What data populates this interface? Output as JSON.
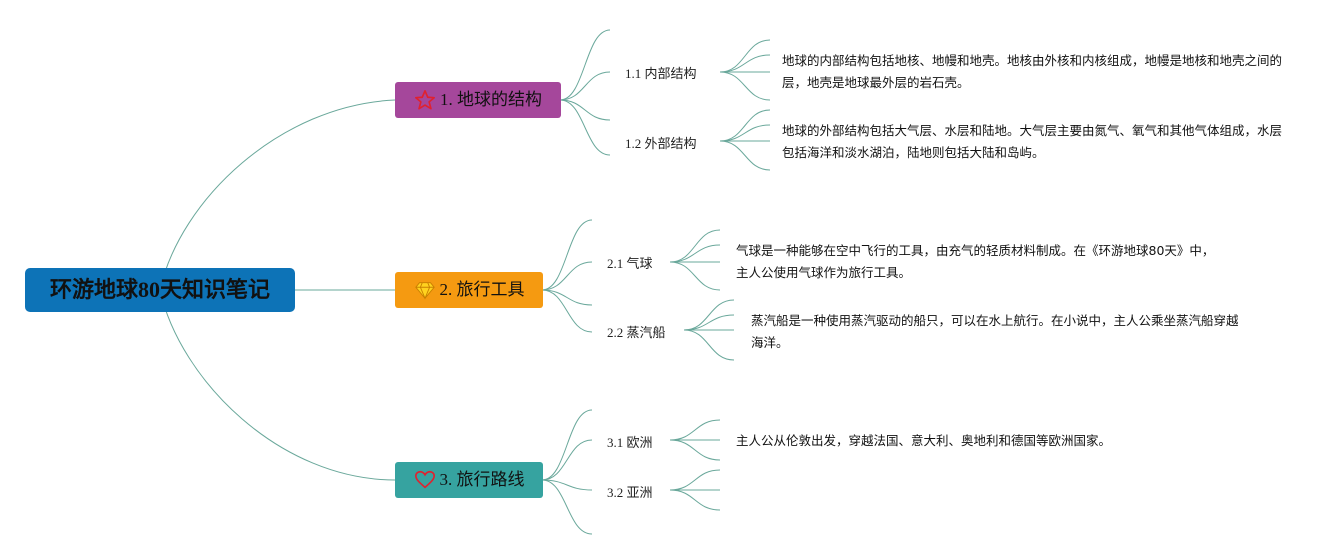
{
  "root": {
    "title": "环游地球80天知识笔记",
    "color": "#0d73b7"
  },
  "link_color": "#6aa89b",
  "topics": [
    {
      "label": "1. 地球的结构",
      "color": "#a5479b",
      "icon": "star-icon",
      "children": [
        {
          "label": "1.1 内部结构",
          "note": "地球的内部结构包括地核、地幔和地壳。地核由外核和内核组成，地幔是地核和地壳之间的层，地壳是地球最外层的岩石壳。"
        },
        {
          "label": "1.2 外部结构",
          "note": "地球的外部结构包括大气层、水层和陆地。大气层主要由氮气、氧气和其他气体组成，水层包括海洋和淡水湖泊，陆地则包括大陆和岛屿。"
        }
      ]
    },
    {
      "label": "2. 旅行工具",
      "color": "#f59a11",
      "icon": "diamond-icon",
      "children": [
        {
          "label": "2.1 气球",
          "note": "气球是一种能够在空中飞行的工具，由充气的轻质材料制成。在《环游地球80天》中，主人公使用气球作为旅行工具。"
        },
        {
          "label": "2.2 蒸汽船",
          "note": "蒸汽船是一种使用蒸汽驱动的船只，可以在水上航行。在小说中，主人公乘坐蒸汽船穿越海洋。"
        }
      ]
    },
    {
      "label": "3. 旅行路线",
      "color": "#36a3a0",
      "icon": "heart-icon",
      "children": [
        {
          "label": "3.1 欧洲",
          "note": "主人公从伦敦出发，穿越法国、意大利、奥地利和德国等欧洲国家。"
        },
        {
          "label": "3.2 亚洲",
          "note": ""
        }
      ]
    }
  ]
}
